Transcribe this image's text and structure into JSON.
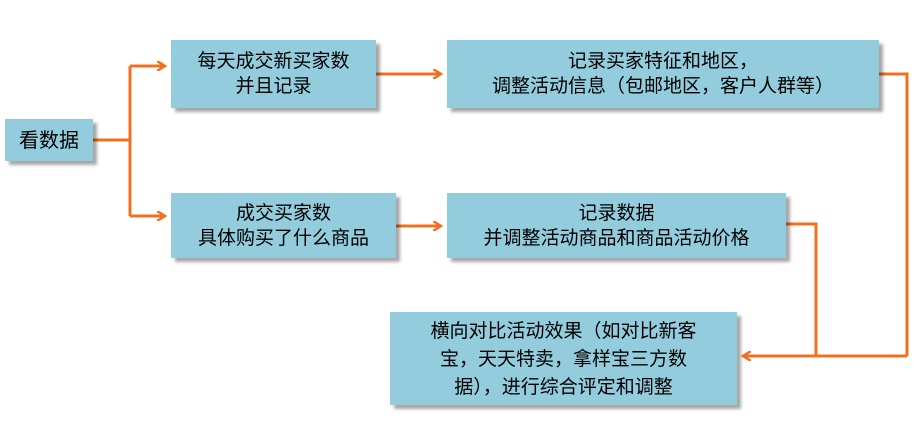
{
  "diagram": {
    "accent_color": "#f07020",
    "box_color": "#93cddd",
    "nodes": {
      "start": {
        "lines": [
          "看数据"
        ]
      },
      "top_left": {
        "lines": [
          "每天成交新买家数",
          "并且记录"
        ]
      },
      "top_right": {
        "lines": [
          "记录买家特征和地区，",
          "调整活动信息（包邮地区，客户人群等）"
        ]
      },
      "bottom_left": {
        "lines": [
          "成交买家数",
          "具体购买了什么商品"
        ]
      },
      "bottom_right": {
        "lines": [
          "记录数据",
          "并调整活动商品和商品活动价格"
        ]
      },
      "result": {
        "lines": [
          "横向对比活动效果（如对比新客",
          "宝，天天特卖，拿样宝三方数",
          "据），进行综合评定和调整"
        ]
      }
    }
  }
}
